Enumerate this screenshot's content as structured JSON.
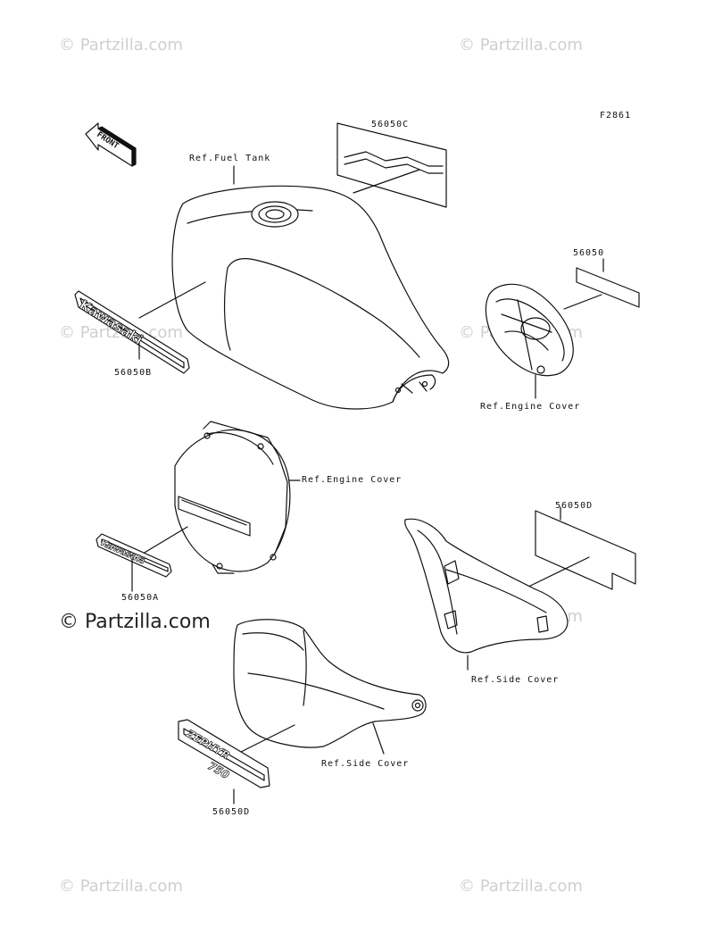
{
  "figure_code": "F2861",
  "front_badge": "FRONT",
  "watermarks": {
    "small": "© Partzilla.com",
    "large": "© Partzilla.com"
  },
  "parts": [
    {
      "part": "56050C"
    },
    {
      "part": "56050"
    },
    {
      "part": "56050B"
    },
    {
      "part": "56050A"
    },
    {
      "part": "56050D"
    },
    {
      "part": "56050D"
    }
  ],
  "references": {
    "fuel_tank": "Ref.Fuel Tank",
    "engine_cover_top": "Ref.Engine Cover",
    "engine_cover_left": "Ref.Engine Cover",
    "side_cover_right": "Ref.Side Cover",
    "side_cover_bottom": "Ref.Side Cover"
  },
  "decal_text": {
    "kawasaki_large": "Kawasaki",
    "kawasaki_small": "Kawasaki",
    "zephyr": "ZEPHYR",
    "model": "750"
  },
  "colors": {
    "line": "#111111",
    "watermark": "#cfcfcf"
  }
}
